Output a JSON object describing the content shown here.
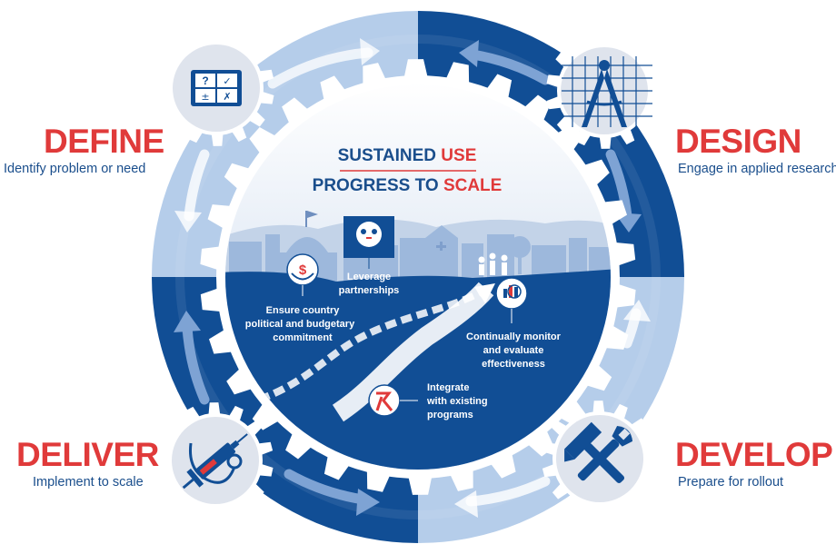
{
  "center": {
    "line1_prefix": "SUSTAINED ",
    "line1_highlight": "USE",
    "line2_prefix": "PROGRESS TO ",
    "line2_highlight": "SCALE"
  },
  "stages": {
    "define": {
      "title": "DEFINE",
      "subtitle": "Identify problem or need"
    },
    "design": {
      "title": "DESIGN",
      "subtitle": "Engage in applied research"
    },
    "deliver": {
      "title": "DELIVER",
      "subtitle": "Implement to scale"
    },
    "develop": {
      "title": "DEVELOP",
      "subtitle": "Prepare for rollout"
    }
  },
  "inner_items": {
    "commitment": {
      "line1": "Ensure country",
      "line2": "political and budgetary",
      "line3": "commitment"
    },
    "partnerships": {
      "line1": "Leverage",
      "line2": "partnerships"
    },
    "monitor": {
      "line1": "Continually monitor",
      "line2": "and evaluate",
      "line3": "effectiveness"
    },
    "integrate": {
      "line1": "Integrate",
      "line2": "with existing",
      "line3": "programs"
    }
  },
  "icons": {
    "define": "checklist-board-icon",
    "design": "compass-blueprint-icon",
    "deliver": "syringe-stethoscope-icon",
    "develop": "wrench-hammer-icon"
  },
  "colors": {
    "dark_blue": "#114e95",
    "light_blue": "#a9c4e6",
    "red": "#e03a3a",
    "gear_gray": "#e8ebf1",
    "text_blue": "#1a4e8c"
  }
}
